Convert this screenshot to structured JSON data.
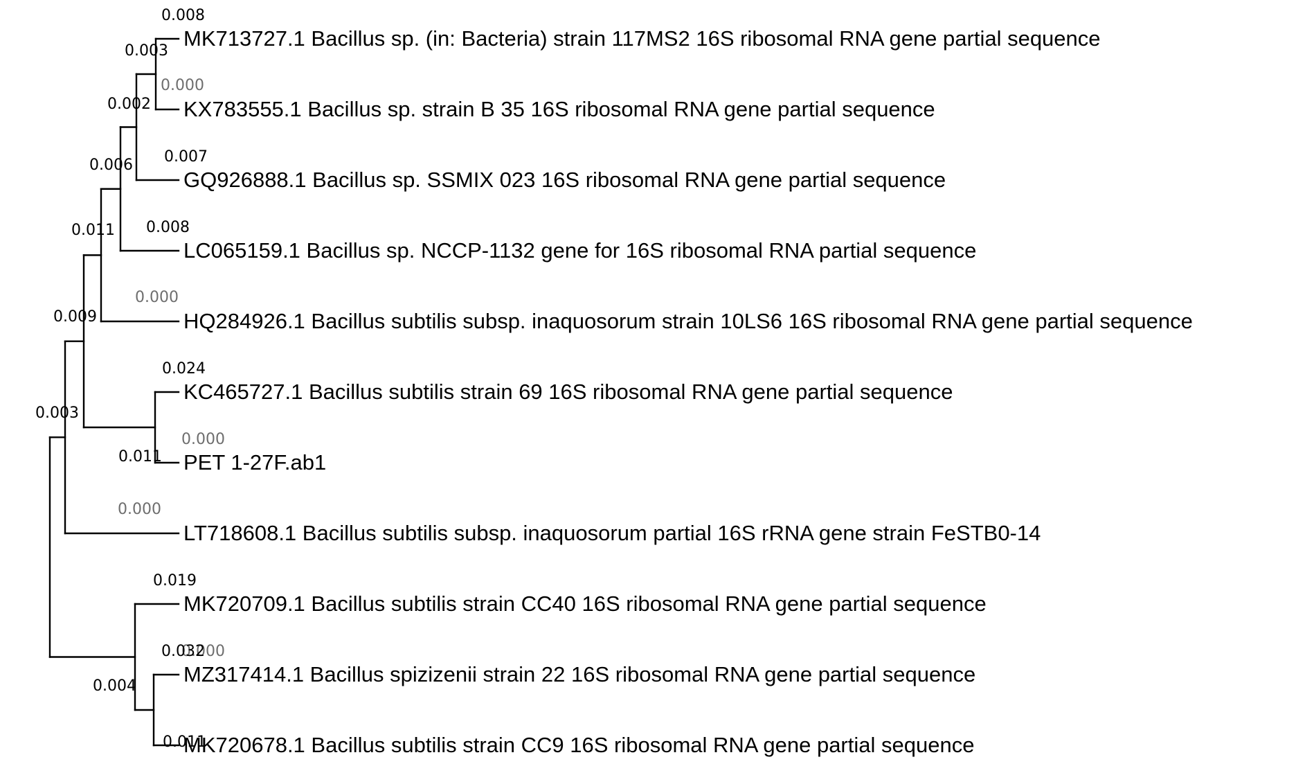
{
  "tree": {
    "branch_color": "#000000",
    "zero_length_color": "#6e6e6e",
    "taxa": [
      {
        "id": "t1",
        "label": "MK713727.1 Bacillus sp. (in: Bacteria) strain 117MS2 16S ribosomal RNA gene partial sequence",
        "branch_length": "0.008"
      },
      {
        "id": "t2",
        "label": "KX783555.1 Bacillus sp. strain B 35 16S ribosomal RNA gene partial sequence",
        "branch_length": "0.000"
      },
      {
        "id": "t3",
        "label": "GQ926888.1 Bacillus sp. SSMIX 023 16S ribosomal RNA gene partial sequence",
        "branch_length": "0.007"
      },
      {
        "id": "t4",
        "label": "LC065159.1 Bacillus sp. NCCP-1132 gene for 16S ribosomal RNA partial sequence",
        "branch_length": "0.008"
      },
      {
        "id": "t5",
        "label": "HQ284926.1 Bacillus subtilis subsp. inaquosorum strain 10LS6 16S ribosomal RNA gene partial sequence",
        "branch_length": "0.000"
      },
      {
        "id": "t6",
        "label": "KC465727.1 Bacillus subtilis strain 69 16S ribosomal RNA gene partial sequence",
        "branch_length": "0.024"
      },
      {
        "id": "t7",
        "label": "PET 1-27F.ab1",
        "branch_length": "0.000"
      },
      {
        "id": "t8",
        "label": "LT718608.1 Bacillus subtilis subsp. inaquosorum partial 16S rRNA gene strain FeSTB0-14",
        "branch_length": "0.000"
      },
      {
        "id": "t9",
        "label": "MK720709.1 Bacillus subtilis strain CC40 16S ribosomal RNA gene partial sequence",
        "branch_length": "0.019"
      },
      {
        "id": "t10",
        "label": "MZ317414.1 Bacillus spizizenii strain 22 16S ribosomal RNA gene partial sequence",
        "branch_length": "0.000"
      },
      {
        "id": "t11",
        "label": "MK720678.1 Bacillus subtilis strain CC9 16S ribosomal RNA gene partial sequence",
        "branch_length": "0.011"
      }
    ],
    "internal_nodes": [
      {
        "id": "n12",
        "children": [
          "t1",
          "t2"
        ],
        "branch_length": "0.003"
      },
      {
        "id": "n123",
        "children": [
          "n12",
          "t3"
        ],
        "branch_length": "0.002"
      },
      {
        "id": "n1234",
        "children": [
          "n123",
          "t4"
        ],
        "branch_length": "0.006"
      },
      {
        "id": "n12345",
        "children": [
          "n1234",
          "t5"
        ],
        "branch_length": "0.011"
      },
      {
        "id": "n67",
        "children": [
          "t6",
          "t7"
        ],
        "branch_length": "0.011"
      },
      {
        "id": "nA",
        "children": [
          "n12345",
          "n67"
        ],
        "branch_length": "0.009"
      },
      {
        "id": "nB",
        "children": [
          "nA",
          "t8"
        ],
        "branch_length": "0.003"
      },
      {
        "id": "n1011",
        "children": [
          "t10",
          "t11"
        ],
        "branch_length": "0.032"
      },
      {
        "id": "nC",
        "children": [
          "t9",
          "n1011"
        ],
        "branch_length": "0.004"
      },
      {
        "id": "root",
        "children": [
          "nB",
          "nC"
        ]
      }
    ]
  }
}
